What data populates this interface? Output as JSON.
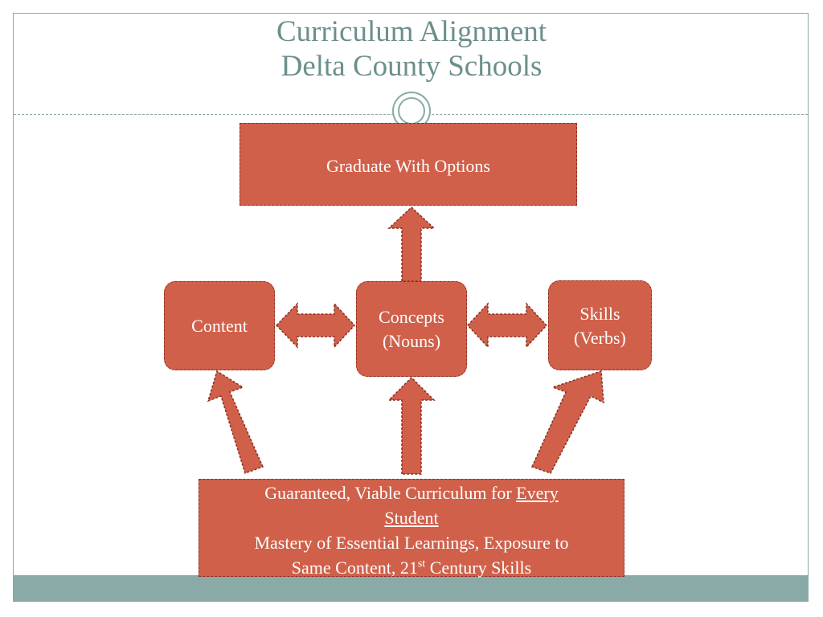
{
  "slide": {
    "title_line1": "Curriculum Alignment",
    "title_line2": "Delta County Schools"
  },
  "diagram": {
    "goal": "Graduate With Options",
    "content": "Content",
    "concepts_line1": "Concepts",
    "concepts_line2": "(Nouns)",
    "skills_line1": "Skills",
    "skills_line2": "(Verbs)",
    "base": {
      "part1": "Guaranteed, Viable Curriculum for ",
      "every": "Every",
      "student": "Student",
      "line3": "Mastery of Essential Learnings, Exposure to",
      "line4_pre": "Same Content, 21",
      "line4_sup": "st",
      "line4_post": " Century Skills"
    }
  },
  "colors": {
    "accent": "#d0604a",
    "border": "#8c2e22",
    "theme": "#8aaaa8",
    "title": "#6c8f8d"
  }
}
